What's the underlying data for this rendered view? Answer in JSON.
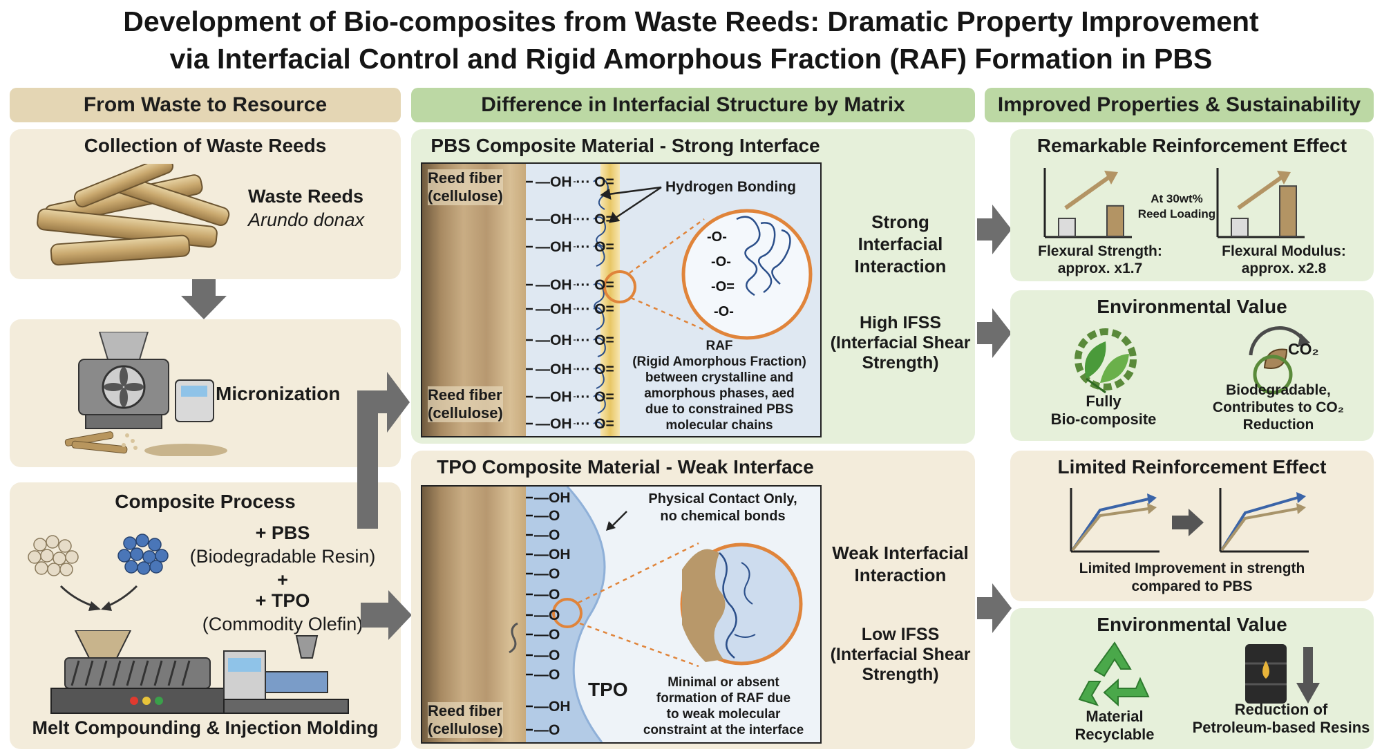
{
  "title": {
    "line1": "Development of Bio-composites from Waste Reeds: Dramatic Property Improvement",
    "line2": "via Interfacial Control and Rigid Amorphous Fraction (RAF) Formation in PBS"
  },
  "headers": {
    "left": "From Waste to Resource",
    "middle": "Difference in Interfacial Structure by Matrix",
    "right": "Improved Properties & Sustainability"
  },
  "left": {
    "collection": {
      "title": "Collection of Waste Reeds",
      "label": "Waste Reeds",
      "species": "Arundo donax"
    },
    "micronization": {
      "label": "Micronization"
    },
    "process": {
      "title": "Composite Process",
      "pbs": "+ PBS",
      "pbs_desc": "(Biodegradable Resin)",
      "plus": "+",
      "tpo": "+ TPO",
      "tpo_desc": "(Commodity Olefin)",
      "footer": "Melt Compounding & Injection Molding"
    }
  },
  "pbs": {
    "title": "PBS Composite Material - Strong Interface",
    "fiber_top": [
      "Reed fiber",
      "(cellulose)"
    ],
    "fiber_bottom": [
      "Reed fiber",
      "(cellulose)"
    ],
    "h_bond": "Hydrogen Bonding",
    "oh": "OH",
    "o": "O",
    "raf_lines": [
      "RAF",
      "(Rigid Amorphous Fraction)",
      "between crystalline and",
      "amorphous phases, aed",
      "due to constrained PBS",
      "molecular chains"
    ],
    "interaction": [
      "Strong",
      "Interfacial",
      "Interaction"
    ],
    "ifss": [
      "High IFSS",
      "(Interfacial Shear",
      "Strength)"
    ]
  },
  "tpo": {
    "title": "TPO Composite Material - Weak Interface",
    "contact": [
      "Physical Contact Only,",
      "no chemical bonds"
    ],
    "tpo_label": "TPO",
    "fiber": [
      "Reed fiber",
      "(cellulose)"
    ],
    "raf_lines": [
      "Minimal or absent",
      "formation of RAF due",
      "to weak molecular",
      "constraint at the interface"
    ],
    "interaction": [
      "Weak Interfacial",
      "Interaction"
    ],
    "ifss": [
      "Low IFSS",
      "(Interfacial Shear",
      "Strength)"
    ],
    "groups": [
      "OH",
      "O",
      "O",
      "OH",
      "O",
      "O",
      "O",
      "O",
      "O",
      "O",
      "OH",
      "O"
    ]
  },
  "right": {
    "reinforcement": {
      "title": "Remarkable Reinforcement Effect",
      "note": [
        "At 30wt%",
        "Reed Loading"
      ],
      "flexural_strength": [
        "Flexural Strength:",
        "approx. x1.7"
      ],
      "flexural_modulus": [
        "Flexural Modulus:",
        "approx. x2.8"
      ],
      "strength_ratio": 1.7,
      "modulus_ratio": 2.8
    },
    "env1": {
      "title": "Environmental Value",
      "co2": "CO₂",
      "bio": [
        "Fully",
        "Bio-composite"
      ],
      "bio_degrade": [
        "Biodegradable,",
        "Contributes to CO₂",
        "Reduction"
      ]
    },
    "limited": {
      "title": "Limited Reinforcement Effect",
      "caption": [
        "Limited Improvement in strength",
        "compared to PBS"
      ]
    },
    "env2": {
      "title": "Environmental Value",
      "recycle": [
        "Material",
        "Recyclable"
      ],
      "petro": [
        "Reduction of",
        "Petroleum-based Resins"
      ]
    }
  },
  "colors": {
    "tan_panel": "#f3ecdb",
    "green_panel": "#e6f0da",
    "tan_header": "#e4d6b4",
    "green_header": "#bcd8a4",
    "orange_accent": "#e0843a",
    "arrow_gray": "#6e6e6e"
  }
}
